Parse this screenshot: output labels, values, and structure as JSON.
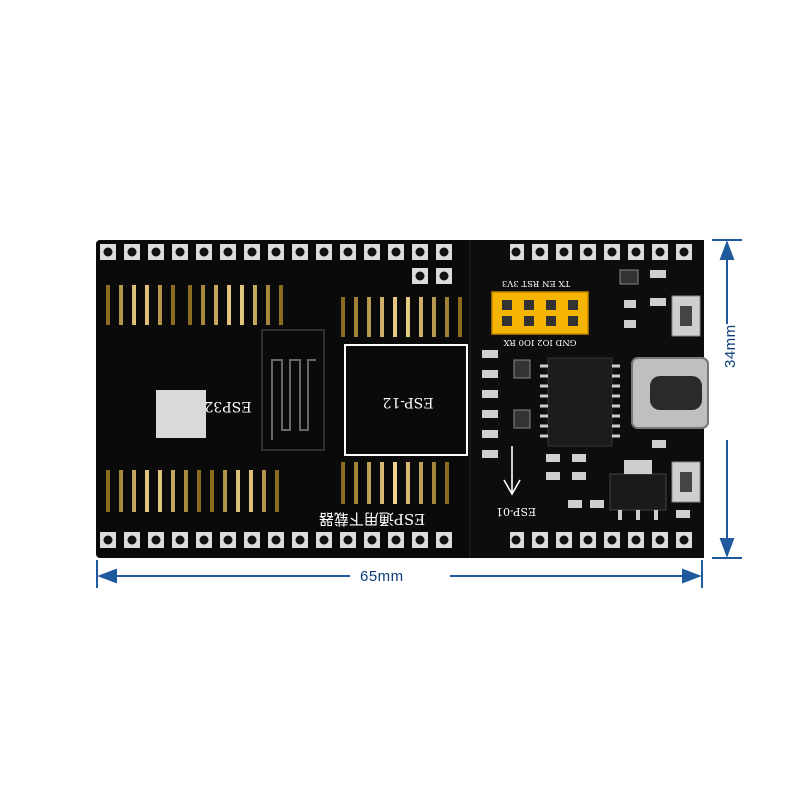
{
  "dimensions": {
    "width_label": "65mm",
    "height_label": "34mm",
    "color": "#1f5a9c"
  },
  "board": {
    "color": "#0a0a0a",
    "silkscreen_color": "#ffffff",
    "gold_color": "#c9a24a",
    "header_color": "#f4b400",
    "labels": {
      "esp32": "ESP32",
      "esp12": "ESP-12",
      "esp01": "ESP-01",
      "esp_title": "ESP通用下载器",
      "esp01_top_pins": "TX EN RST 3V3",
      "esp01_bottom_pins": "GND IO2 IO0 RX"
    },
    "components": [
      "pin-header-top",
      "pin-header-bottom",
      "pogo-pins",
      "esp01-socket",
      "usb-c-port",
      "ch340-chip",
      "reset-button",
      "boot-button",
      "voltage-regulator"
    ]
  }
}
